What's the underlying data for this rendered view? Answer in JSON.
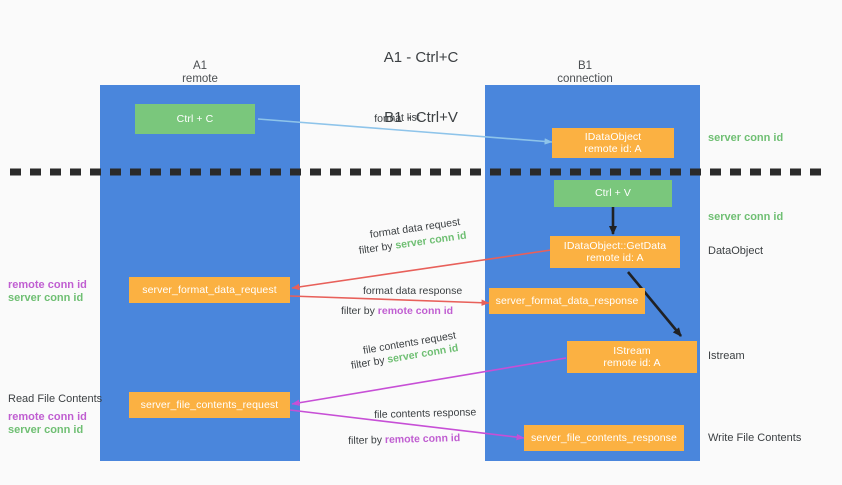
{
  "title": {
    "line1": "A1 - Ctrl+C",
    "line2": "B1 - Ctrl+V"
  },
  "columns": [
    {
      "id": "a1",
      "name": "A1",
      "role": "remote"
    },
    {
      "id": "b1",
      "name": "B1",
      "role": "connection"
    }
  ],
  "nodes": {
    "ctrl_c": {
      "line1": "Ctrl + C",
      "line2": ""
    },
    "idataobject": {
      "line1": "IDataObject",
      "line2": "remote id: A"
    },
    "ctrl_v": {
      "line1": "Ctrl + V",
      "line2": ""
    },
    "getdata": {
      "line1": "IDataObject::GetData",
      "line2": "remote id: A"
    },
    "istream": {
      "line1": "IStream",
      "line2": "remote id: A"
    },
    "fmt_data_request": {
      "line1": "server_format_data_request",
      "line2": ""
    },
    "fmt_data_response": {
      "line1": "server_format_data_response",
      "line2": ""
    },
    "file_contents_request": {
      "line1": "server_file_contents_request",
      "line2": ""
    },
    "file_contents_response": {
      "line1": "server_file_contents_response",
      "line2": ""
    }
  },
  "right_annotations": {
    "conn_top": "server conn id",
    "conn_second": "server conn id",
    "dataobject": "DataObject",
    "istream": "Istream",
    "write_file_contents": "Write File Contents"
  },
  "left_annotations": {
    "format_remote": "remote conn id",
    "format_server": "server conn id",
    "read_file_contents": "Read File Contents",
    "file_remote": "remote conn id",
    "file_server": "server conn id"
  },
  "edges": {
    "format_list": {
      "label": "format list"
    },
    "format_data_request": {
      "label": "format data request",
      "filter_prefix": "filter by ",
      "filter_value": "server conn id"
    },
    "format_data_response": {
      "label": "format data response",
      "filter_prefix": "filter by ",
      "filter_value": "remote conn id"
    },
    "file_contents_request": {
      "label": "file contents request",
      "filter_prefix": "filter by ",
      "filter_value": "server conn id"
    },
    "file_contents_response": {
      "label": "file contents response",
      "filter_prefix": "filter by ",
      "filter_value": "remote conn id"
    }
  },
  "colors": {
    "lane": "#4a86dc",
    "green_node": "#7ac77c",
    "orange_node": "#fbb142",
    "server_conn": "#6fbf73",
    "remote_conn": "#c05ed1",
    "arrow_light_blue": "#8ec4ea",
    "arrow_red": "#e8605a",
    "arrow_magenta": "#c74fd6",
    "arrow_black": "#202124",
    "divider": "#2a2a2a",
    "background": "#fafafa"
  }
}
